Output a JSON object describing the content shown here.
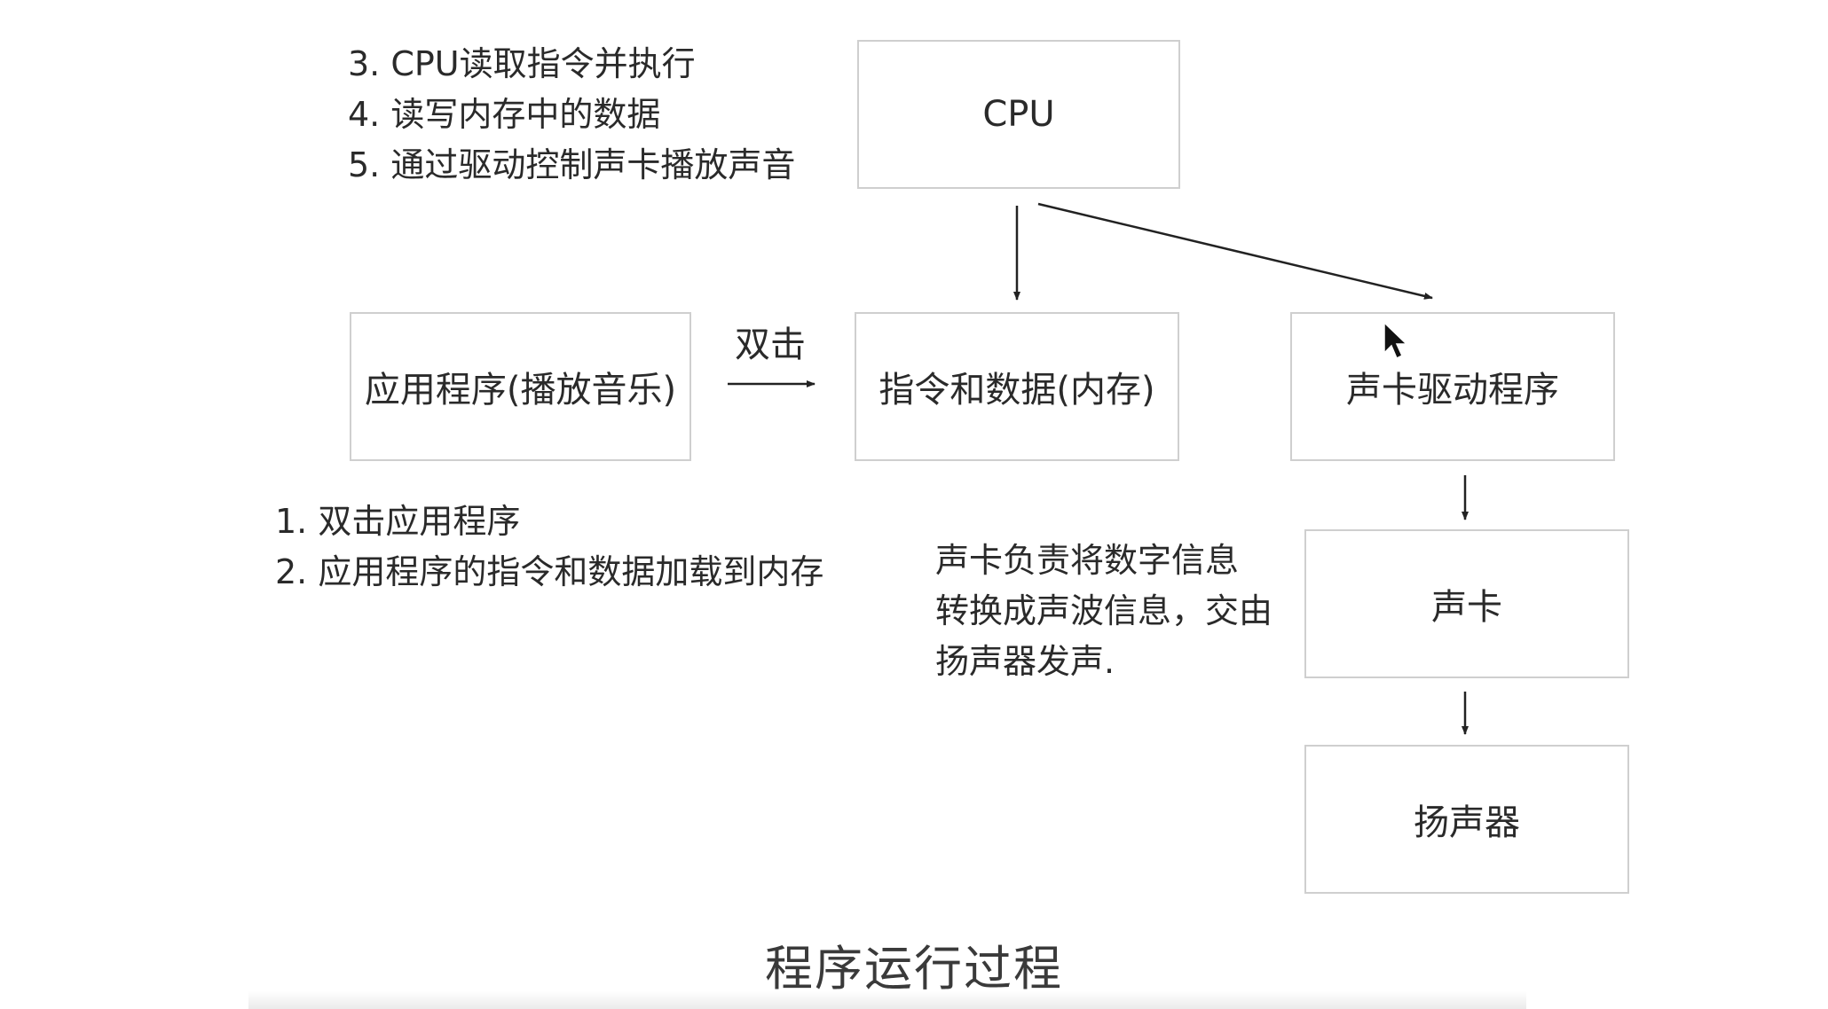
{
  "boxes": {
    "cpu": "CPU",
    "app": "应用程序(播放音乐)",
    "memory": "指令和数据(内存)",
    "driver": "声卡驱动程序",
    "soundcard": "声卡",
    "speaker": "扬声器"
  },
  "labels": {
    "double_click": "双击"
  },
  "notes_top": [
    "3. CPU读取指令并执行",
    "4. 读写内存中的数据",
    "5. 通过驱动控制声卡播放声音"
  ],
  "notes_bottom": [
    "1. 双击应用程序",
    "2. 应用程序的指令和数据加载到内存"
  ],
  "notes_soundcard": [
    "声卡负责将数字信息",
    "转换成声波信息，交由",
    "扬声器发声."
  ],
  "caption": "程序运行过程",
  "colors": {
    "box_border": "#cfcfcf",
    "arrow": "#222222",
    "text": "#2a2a2a"
  }
}
